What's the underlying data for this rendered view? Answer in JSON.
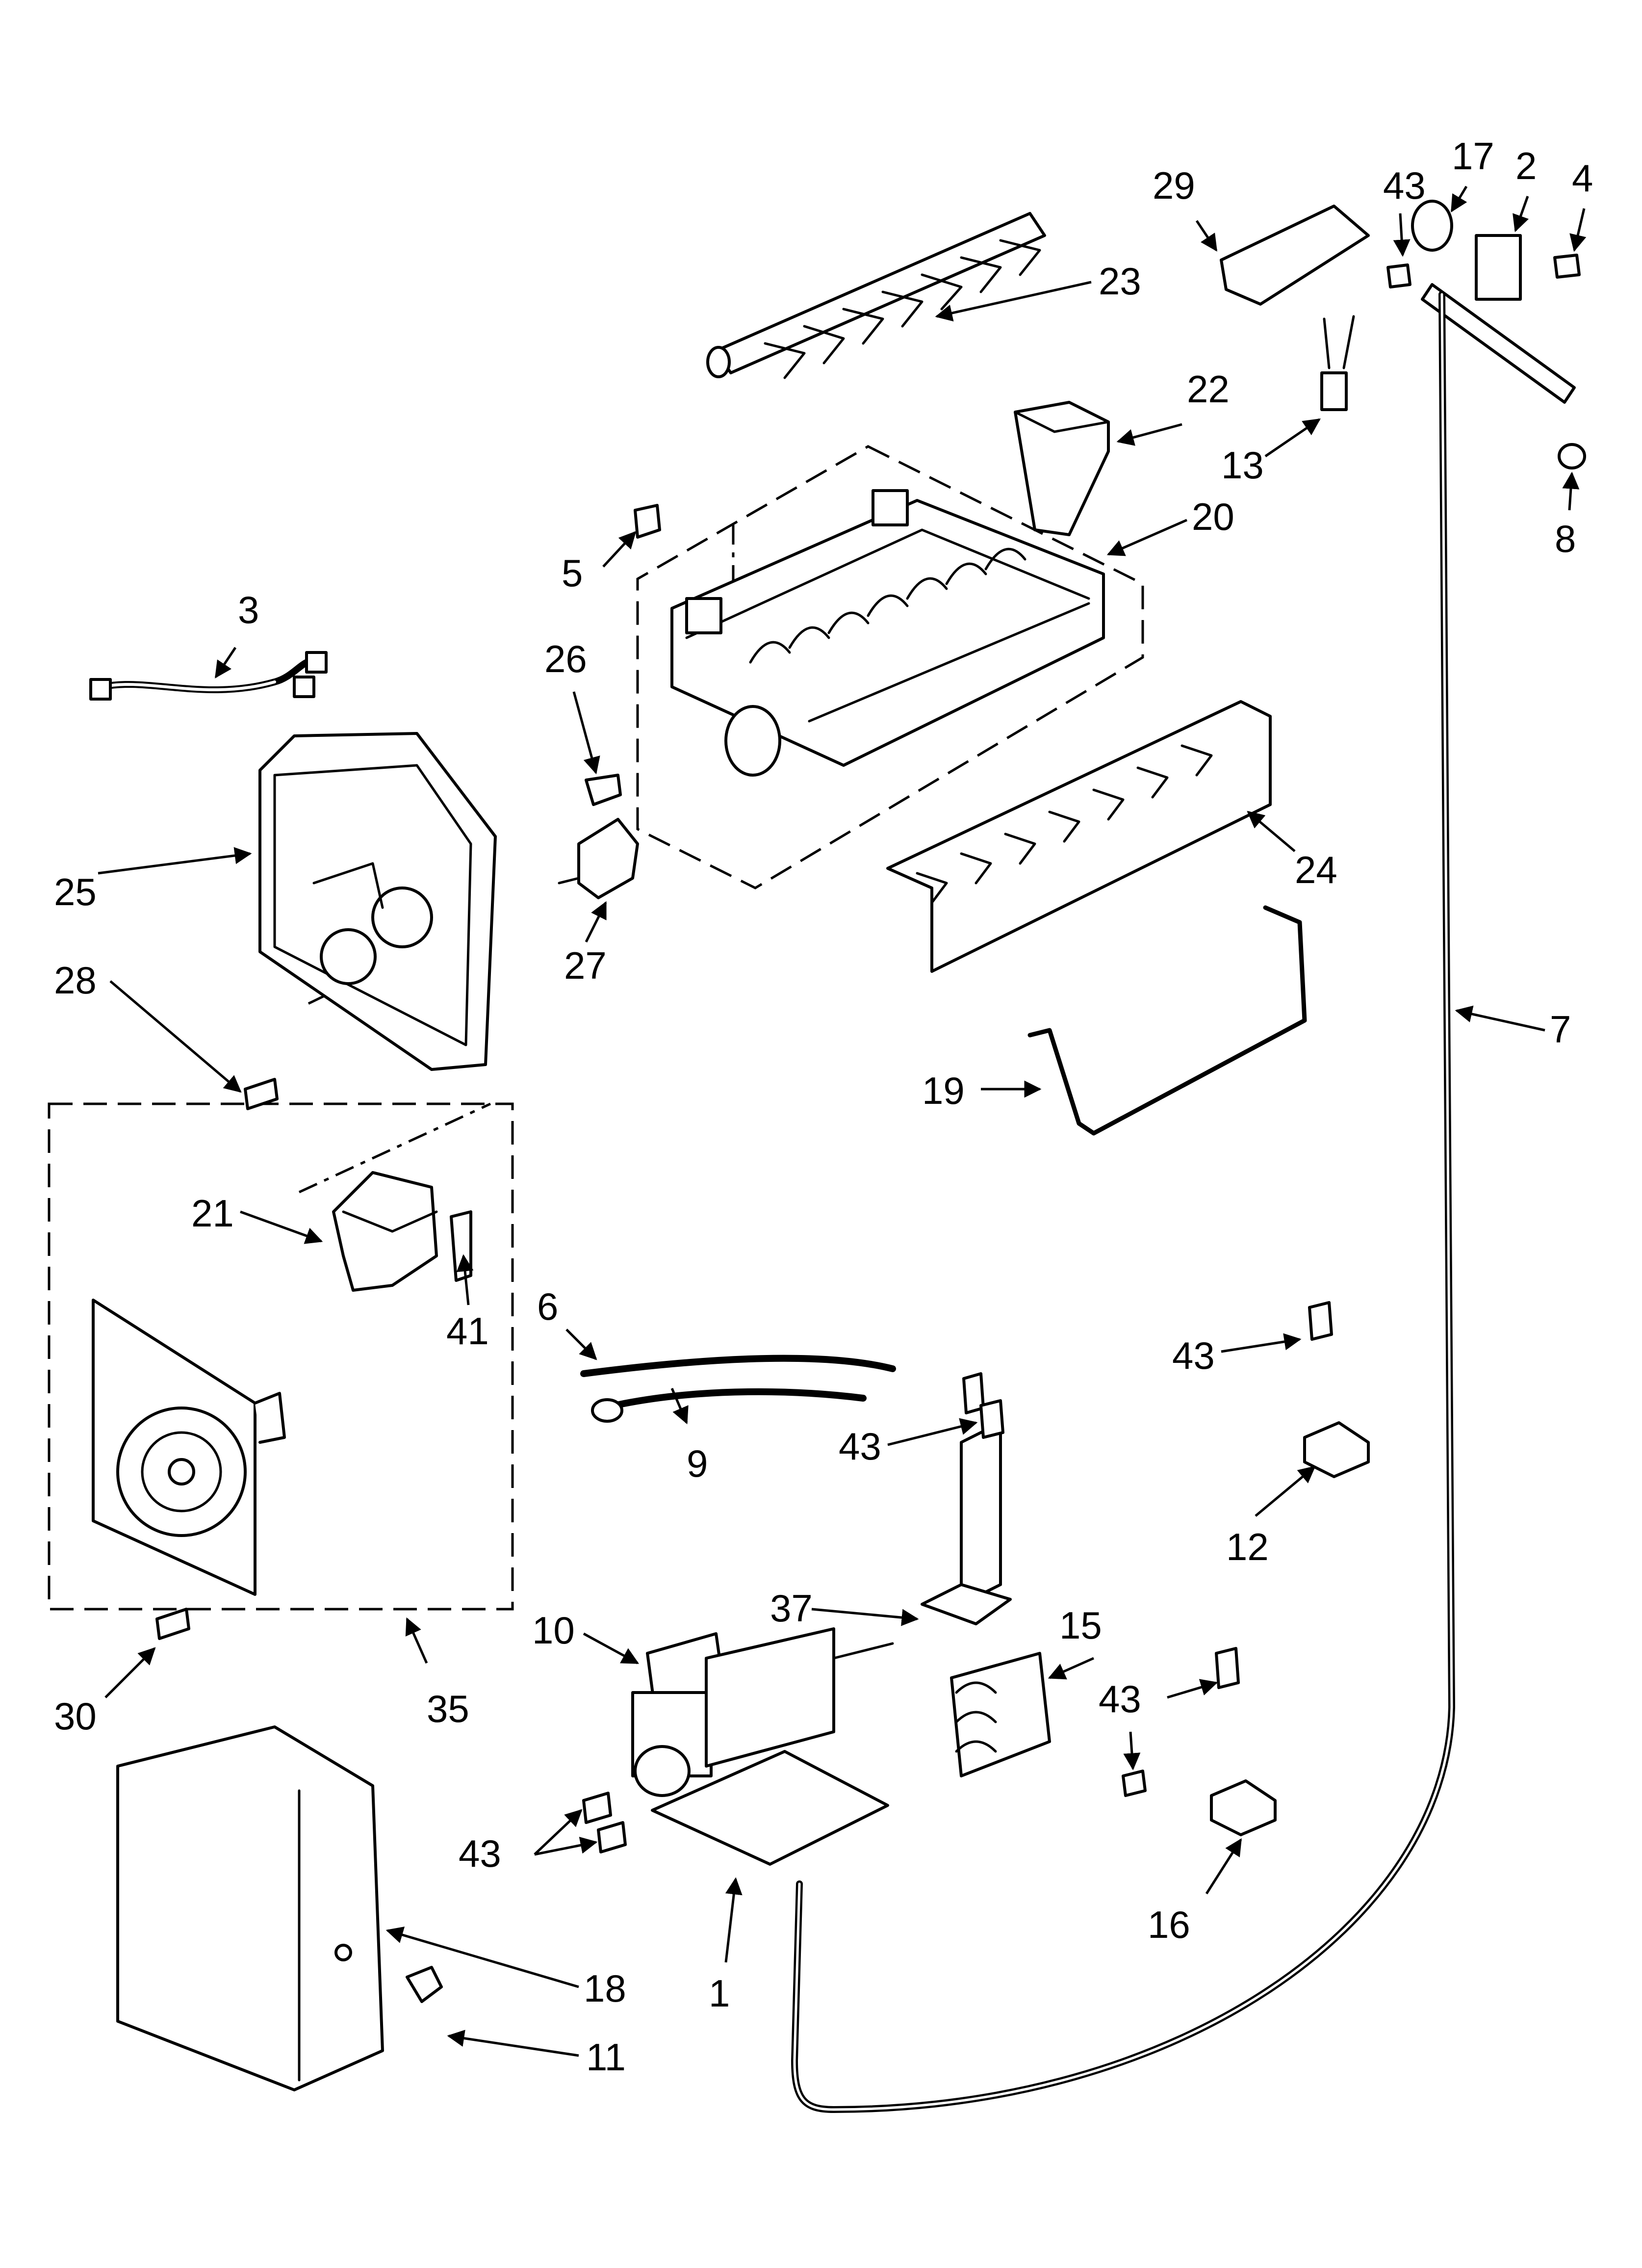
{
  "diagram": {
    "labels": [
      "1",
      "2",
      "3",
      "4",
      "5",
      "6",
      "7",
      "8",
      "9",
      "10",
      "11",
      "12",
      "13",
      "15",
      "16",
      "17",
      "18",
      "19",
      "20",
      "21",
      "22",
      "23",
      "24",
      "25",
      "26",
      "27",
      "28",
      "29",
      "30",
      "35",
      "37",
      "41",
      "43"
    ]
  }
}
